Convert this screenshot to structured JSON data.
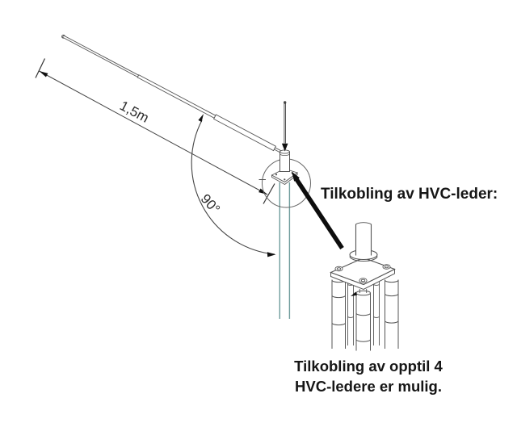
{
  "diagram": {
    "dimension_label": "1,5m",
    "angle_label": "90°",
    "callout_heading": "Tilkobling av HVC-leder:",
    "note_line1": "Tilkobling av opptil 4",
    "note_line2": "HVC-ledere er mulig.",
    "colors": {
      "line": "#555555",
      "dark": "#111111",
      "pole": "#6f9c9c",
      "background": "#ffffff"
    }
  }
}
